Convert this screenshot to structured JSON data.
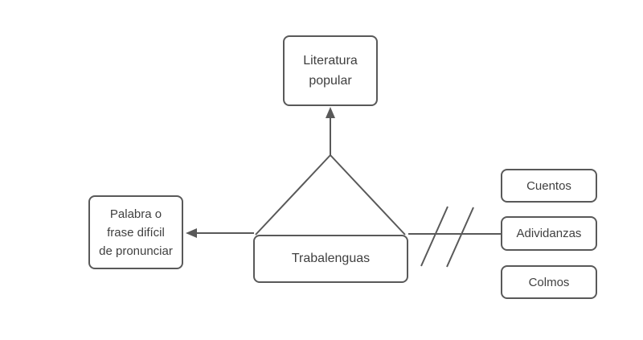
{
  "colors": {
    "line": "#595959",
    "text": "#3f3f3f",
    "background": "#ffffff"
  },
  "nodes": {
    "literatura": {
      "lines": [
        "Literatura",
        "popular"
      ]
    },
    "palabra": {
      "lines": [
        "Palabra o",
        "frase difícil",
        "de pronunciar"
      ]
    },
    "trabalenguas": {
      "label": "Trabalenguas"
    },
    "cuentos": {
      "label": "Cuentos"
    },
    "adividanzas": {
      "label": "Adividanzas"
    },
    "colmos": {
      "label": "Colmos"
    }
  },
  "edges": {
    "trabalenguas_to_literatura": "arrow-up",
    "trabalenguas_to_palabra": "arrow-left",
    "trabalenguas_to_adividanzas": "line-crossed-with-double-slash"
  }
}
